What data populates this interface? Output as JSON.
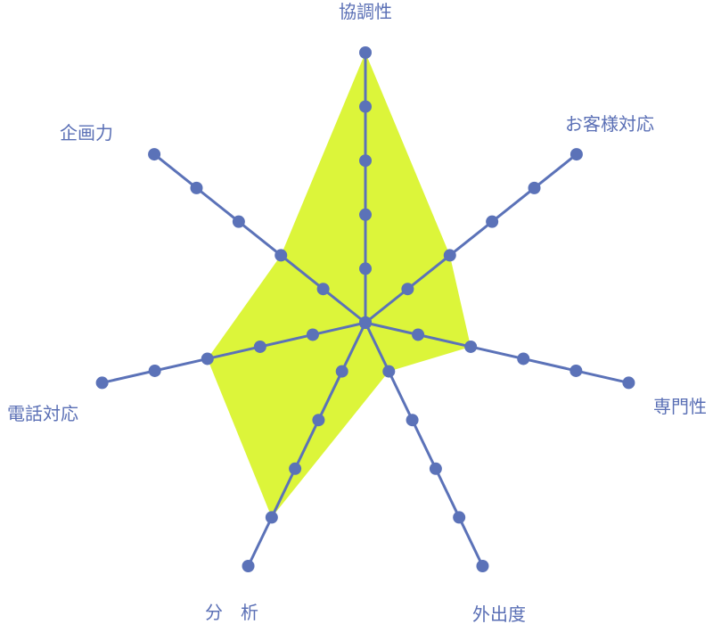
{
  "chart_data": {
    "type": "radar",
    "title": "",
    "axes": [
      "協調性",
      "お客様対応",
      "専門性",
      "外出度",
      "分　析",
      "電話対応",
      "企画力"
    ],
    "values": [
      5,
      2,
      2,
      1,
      4,
      3,
      2
    ],
    "range": [
      0,
      5
    ],
    "ticks": [
      0,
      1,
      2,
      3,
      4,
      5
    ],
    "colors": {
      "fill": "#dcf53a",
      "axis": "#5b72b8",
      "label": "#5a6fb5"
    }
  }
}
